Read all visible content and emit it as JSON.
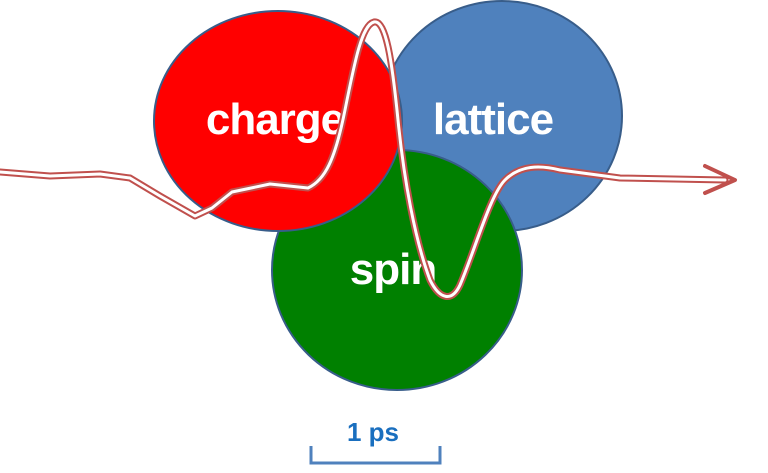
{
  "labels": {
    "charge": "charge",
    "lattice": "lattice",
    "spin": "spin"
  },
  "scale_bar": {
    "label": "1 ps"
  },
  "colors": {
    "charge": "#ff0000",
    "lattice": "#4f81bd",
    "spin": "#008000",
    "outline": "#385d8a",
    "curve_outer": "#c0504d",
    "curve_inner": "#ffffff",
    "scale": "#4f81bd",
    "scale_text": "#1a6fbf"
  }
}
